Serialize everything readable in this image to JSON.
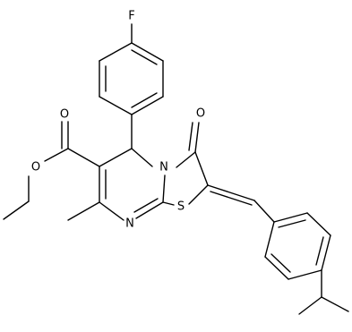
{
  "structure": {
    "atom_labels": {
      "fluorine": "F",
      "ring_n": "N",
      "imine_n": "N",
      "sulfur": "S",
      "keto_o": "O",
      "ester_carbonyl_o": "O",
      "ester_ether_o": "O"
    }
  }
}
